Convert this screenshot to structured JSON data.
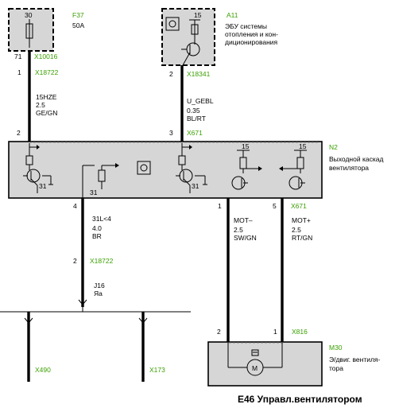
{
  "title": "E46 Управл.вентилятором",
  "fuse": {
    "id": "F37",
    "pin_top": "30",
    "rating": "50A",
    "pin_bottom": "71",
    "connector": "X10016"
  },
  "ecu": {
    "id": "A11",
    "pin_top": "15",
    "desc_line1": "ЭБУ системы",
    "desc_line2": "отопления и кон-",
    "desc_line3": "диционирования",
    "pin_bottom": "2",
    "connector": "X18341"
  },
  "wire_left": {
    "pin": "1",
    "connector": "X18722",
    "signal": "15HZE",
    "gauge": "2.5",
    "color": "GE/GN",
    "end_pin": "2"
  },
  "wire_mid": {
    "signal": "U_GEBL",
    "gauge": "0.35",
    "color": "BL/RT",
    "end_pin": "3",
    "connector": "X671"
  },
  "module": {
    "id": "N2",
    "desc_line1": "Выходной каскад",
    "desc_line2": "вентилятора",
    "gnd1": "31",
    "gnd2": "31",
    "gnd3": "31",
    "pin15a": "15",
    "pin15b": "15"
  },
  "wire_bottom_left": {
    "pin": "4",
    "signal": "31L<4",
    "gauge": "4.0",
    "color": "BR",
    "split_pin": "2",
    "connector": "X18722",
    "junction": "J16",
    "junction_sub": "Яа"
  },
  "wire_mot_minus": {
    "pin": "1",
    "signal": "MOT–",
    "gauge": "2.5",
    "color": "SW/GN",
    "end_pin": "2"
  },
  "wire_mot_plus": {
    "pin": "5",
    "connector": "X671",
    "signal": "MOT+",
    "gauge": "2.5",
    "color": "RT/GN",
    "end_pin": "1",
    "end_connector": "X816"
  },
  "motor": {
    "id": "M30",
    "desc_line1": "Э/двиг. вентиля-",
    "desc_line2": "тора",
    "symbol": "M"
  },
  "bottom_connectors": {
    "left": "X490",
    "right": "X173"
  }
}
